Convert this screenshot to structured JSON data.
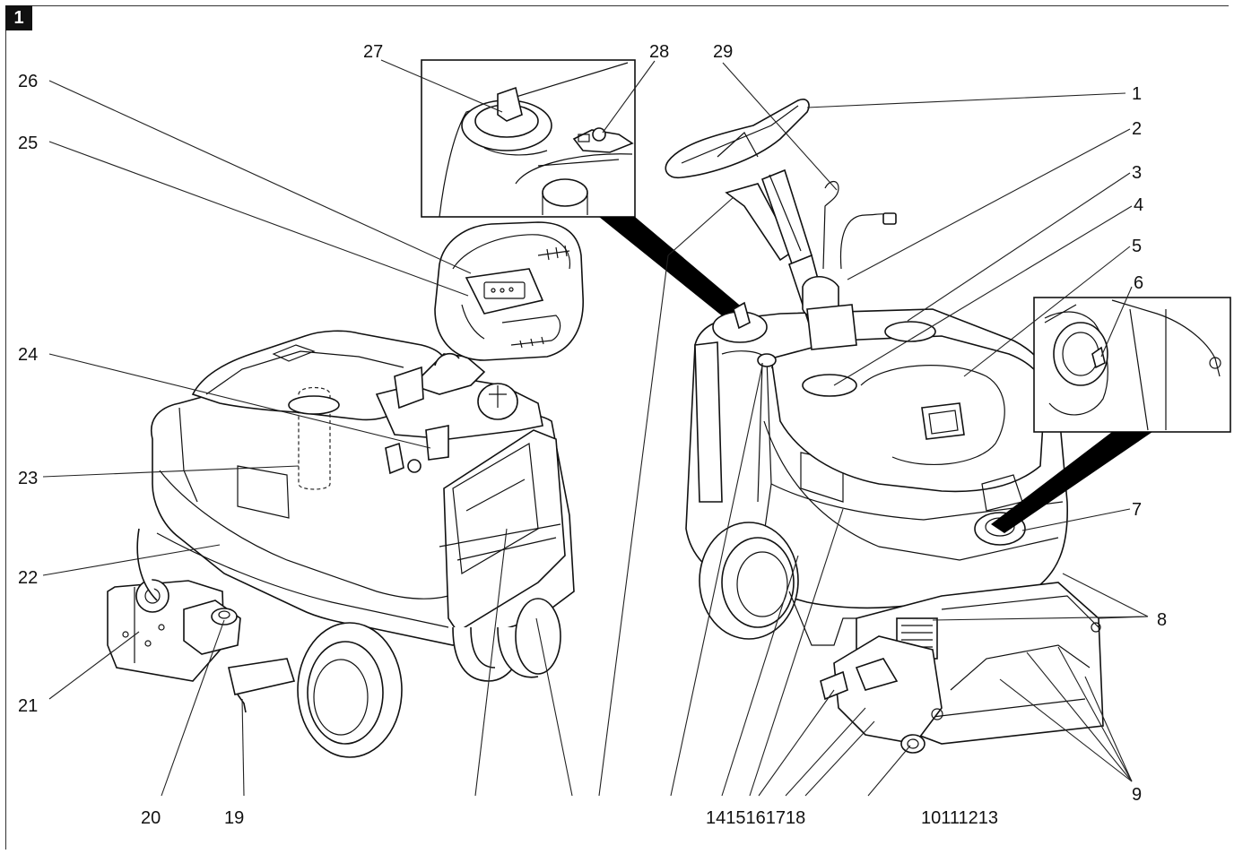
{
  "figure": {
    "number": "1"
  },
  "callouts": {
    "c1": "1",
    "c2": "2",
    "c3": "3",
    "c4": "4",
    "c5": "5",
    "c6": "6",
    "c7": "7",
    "c8": "8",
    "c9": "9",
    "c10_13": "10111213",
    "c14_18": "1415161718",
    "c19": "19",
    "c20": "20",
    "c21": "21",
    "c22": "22",
    "c23": "23",
    "c24": "24",
    "c25": "25",
    "c26": "26",
    "c27": "27",
    "c28": "28",
    "c29": "29"
  },
  "colors": {
    "line": "#111111",
    "fill": "#ffffff",
    "shade": "#e8e8e8"
  }
}
